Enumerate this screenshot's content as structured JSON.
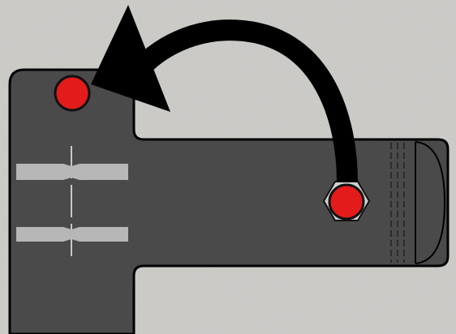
{
  "colors": {
    "background": "#c9c8c5",
    "background_speckle": "#b3b2ae",
    "body_fill": "#4a4a4a",
    "body_outline": "#000000",
    "marker_fill": "#e31b1b",
    "marker_outline": "#111111",
    "hex_nut_fill": "#cfcfcf",
    "rail_fill": "#b7b7b7",
    "guide_line": "#c8c8c8",
    "arrow": "#000000"
  },
  "icons": {
    "start_marker": "red-circle-on-hex-nut",
    "target_marker": "red-circle",
    "motion_arrow": "curved-arrow-left"
  }
}
